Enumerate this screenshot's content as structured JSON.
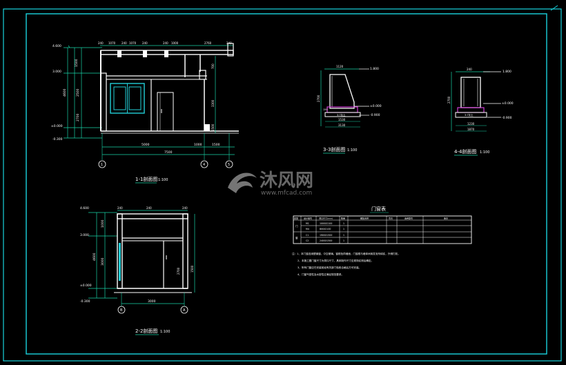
{
  "colors": {
    "background": "#000000",
    "frame": "#19d4df",
    "wall": "#ffffff",
    "dim": "#19d4a8",
    "window": "#22cfd8",
    "text": "#ffffff",
    "foundation": "#d23cd8",
    "watermark": "#7a7a7a"
  },
  "section_1_1": {
    "title": "1-1剖面图",
    "scale": "1:100",
    "levels": [
      "4.600",
      "3.000",
      "±0.000",
      "-0.300"
    ],
    "top_dims": [
      "240",
      "1070",
      "240",
      "1070",
      "240",
      "240",
      "1000",
      "2760",
      "240"
    ],
    "right_dims": [
      "700",
      "3300",
      "1500"
    ],
    "left_dims": [
      "1500",
      "4600",
      "2500",
      "2700"
    ],
    "bottom_dims": [
      "5000",
      "1000",
      "1500"
    ],
    "total_dim": "7500",
    "axes": [
      "1",
      "4",
      "5"
    ]
  },
  "section_2_2": {
    "title": "2-2剖面图",
    "scale": "1:100",
    "levels": [
      "4.600",
      "3.000",
      "±0.000",
      "-0.300"
    ],
    "top_dims": [
      "240",
      "240",
      "240"
    ],
    "left_dims": [
      "1000",
      "4600",
      "3000"
    ],
    "right_dims": [
      "2700",
      "1500"
    ],
    "bottom_dim": "3000",
    "axes": [
      "B",
      "A"
    ]
  },
  "section_3_3": {
    "title": "3-3剖面图",
    "scale": "1:100",
    "levels": [
      "1.800",
      "±0.000",
      "-0.900"
    ],
    "dims": [
      "1120",
      "2700",
      "150",
      "1530",
      "3130"
    ],
    "note": "3:7灰土"
  },
  "section_4_4": {
    "title": "4-4剖面图",
    "scale": "1:100",
    "levels": [
      "1.800",
      "±0.000",
      "-0.900"
    ],
    "dims": [
      "240",
      "2700",
      "1230",
      "1870"
    ],
    "note": "3:7灰土"
  },
  "schedule": {
    "title": "门窗表",
    "headers": [
      "类型",
      "设计编号",
      "洞口尺寸(mm)",
      "数量",
      "图集名称",
      "页次",
      "选用型号",
      "备注"
    ],
    "groups": [
      "门",
      "窗"
    ],
    "rows": [
      {
        "code": "M1",
        "size": "1000X2100",
        "qty": "1"
      },
      {
        "code": "M4",
        "size": "800X2100",
        "qty": "1"
      },
      {
        "code": "C1",
        "size": "1900X1500",
        "qty": "1"
      },
      {
        "code": "C2",
        "size": "2400X1500",
        "qty": "1"
      }
    ]
  },
  "notes": [
    "注：1、本门窗选用塑钢窗，中空玻璃，窗框色同墙面，门窗框与墙体间用发泡剂填实，外侧打胶。",
    "2、本施工图门窗尺寸为洞口尺寸，具体制作尺寸应现场实测后确定。",
    "3、所有门窗应在安装前经有关部门验收合格后方可安装。",
    "4、门窗气密性及水密性应满足规范要求。"
  ],
  "watermark": {
    "brand": "沐风网",
    "url": "www.mfcad.com"
  }
}
